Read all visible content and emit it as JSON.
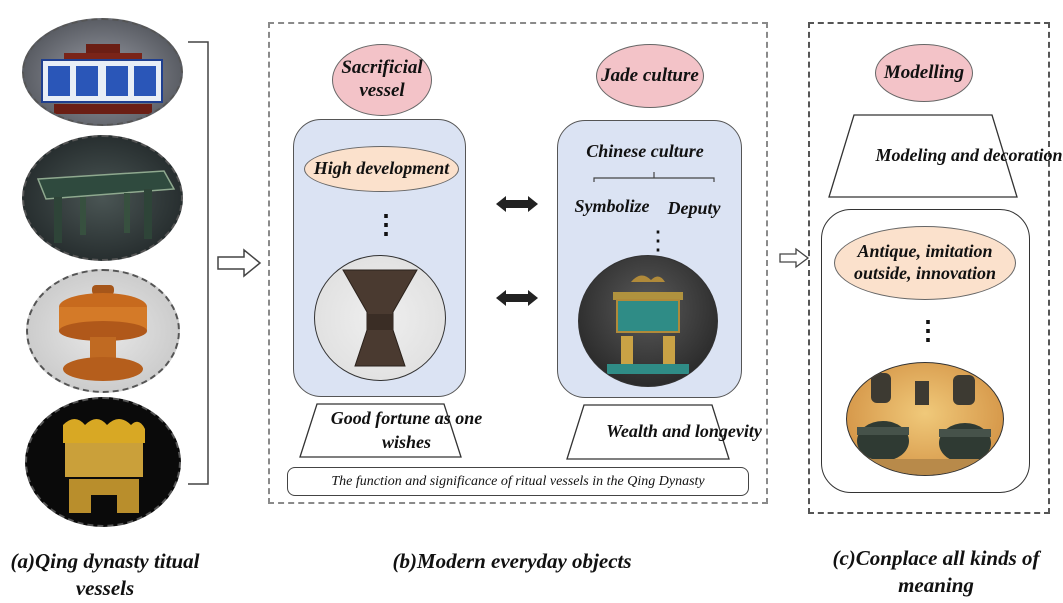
{
  "section_a": {
    "caption": "(a)Qing dynasty titual vessels",
    "images": [
      "blue-white-porcelain-vessel",
      "bronze-table-vessel",
      "gilt-lidded-dou-vessel",
      "gold-square-vessel"
    ]
  },
  "section_b": {
    "left_panel": {
      "header": "Sacrificial vessel",
      "subheader": "High development",
      "dots": "⋮",
      "image": "bronze-gu-vessel",
      "trapezoid": "Good fortune as one wishes"
    },
    "right_panel": {
      "header": "Jade culture",
      "title": "Chinese culture",
      "branch_left": "Symbolize",
      "branch_right": "Deputy",
      "dots": "⋮",
      "image": "bronze-ding-vessel",
      "trapezoid": "Wealth and longevity"
    },
    "footer": "The function and significance of ritual vessels in the Qing Dynasty",
    "caption": "(b)Modern everyday objects"
  },
  "section_c": {
    "header": "Modelling",
    "trapezoid": "Modeling and decoration",
    "ellipse": "Antique, imitation outside, innovation",
    "dots": "⋮",
    "image": "modern-bronze-replicas",
    "caption": "(c)Conplace all kinds of meaning"
  },
  "colors": {
    "pink": "#f3c3c8",
    "peach": "#fbe1cc",
    "panel_blue": "#dbe3f3",
    "dash_gray": "#888888"
  }
}
